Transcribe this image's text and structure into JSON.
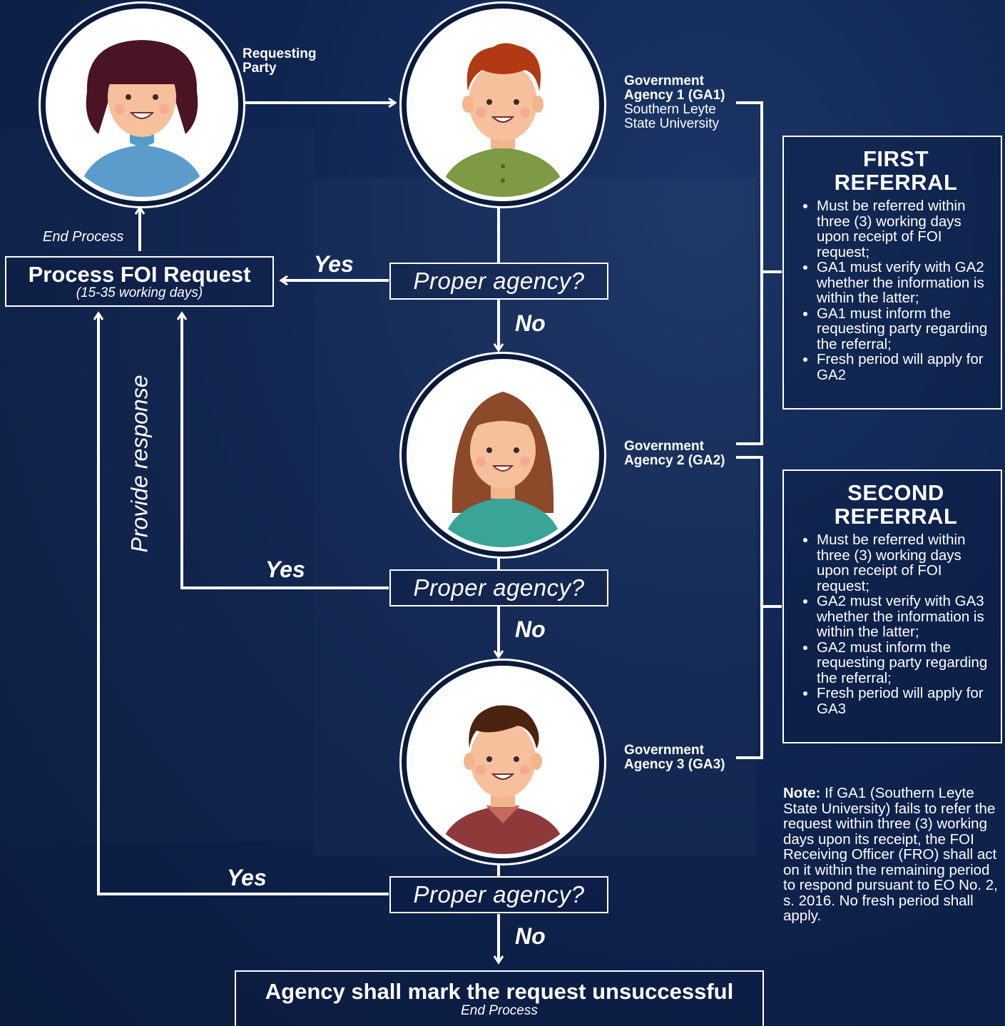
{
  "requesting_party": {
    "label": "Requesting Party"
  },
  "ga1": {
    "label_bold": "Government Agency 1 (GA1)",
    "label_sub": "Southern Leyte State University"
  },
  "ga2": {
    "label_bold": "Government Agency 2 (GA2)"
  },
  "ga3": {
    "label_bold": "Government Agency 3 (GA3)"
  },
  "process": {
    "title": "Process FOI Request",
    "subtitle": "(15-35 working days)",
    "end_label": "End Process"
  },
  "decisions": [
    {
      "question": "Proper agency?",
      "yes": "Yes",
      "no": "No"
    },
    {
      "question": "Proper agency?",
      "yes": "Yes",
      "no": "No"
    },
    {
      "question": "Proper agency?",
      "yes": "Yes",
      "no": "No"
    }
  ],
  "provide_response": "Provide response",
  "unsuccessful": {
    "title": "Agency shall mark the request unsuccessful",
    "subtitle": "End Process"
  },
  "first_referral": {
    "title": "FIRST REFERRAL",
    "items": [
      "Must be referred within three (3) working days upon receipt of FOI request;",
      "GA1 must verify with GA2 whether the information is within the latter;",
      "GA1 must inform the requesting party regarding the referral;",
      "Fresh period will apply for GA2"
    ]
  },
  "second_referral": {
    "title": "SECOND REFERRAL",
    "items": [
      "Must be referred within three (3) working days upon receipt of FOI request;",
      "GA2 must verify with GA3 whether the information is within the latter;",
      "GA2 must inform the requesting party regarding the referral;",
      "Fresh period will apply for GA3"
    ]
  },
  "note": {
    "bold": "Note:",
    "text": " If GA1 (Southern Leyte State University) fails to refer the request within three (3) working days upon its receipt, the FOI Receiving Officer (FRO) shall act on it within the remaining period to respond pursuant to EO No. 2, s. 2016. No fresh period shall apply."
  },
  "colors": {
    "background": "#0f2450",
    "line": "#ffffff"
  }
}
